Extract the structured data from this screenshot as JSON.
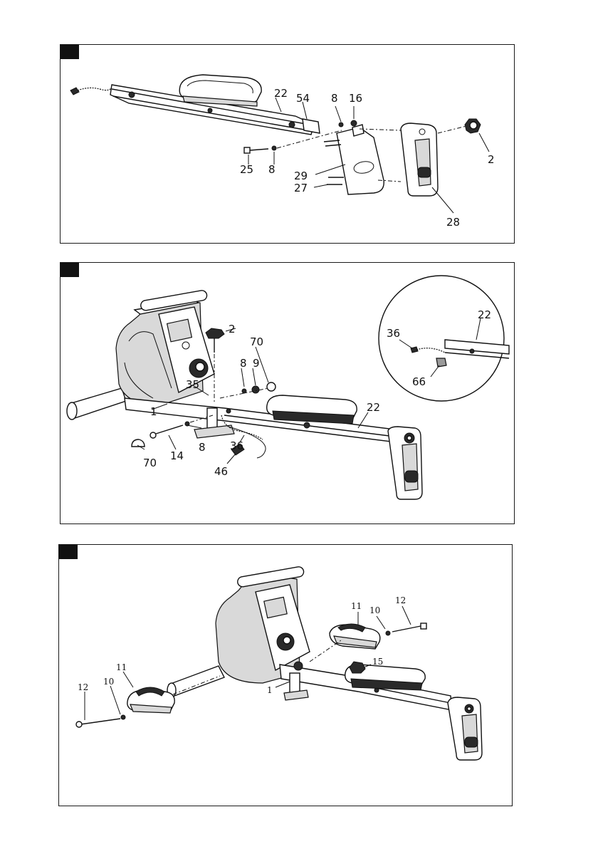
{
  "panels": [
    {
      "callouts": [
        "22",
        "54",
        "8",
        "16",
        "2",
        "25",
        "8",
        "29",
        "27",
        "28"
      ]
    },
    {
      "callouts": [
        "2",
        "70",
        "8",
        "9",
        "35",
        "1",
        "22",
        "70",
        "14",
        "8",
        "36",
        "46"
      ],
      "detail_callouts": [
        "22",
        "36",
        "66"
      ]
    },
    {
      "callouts": [
        "11",
        "10",
        "12",
        "15",
        "1",
        "11",
        "10",
        "12"
      ]
    }
  ]
}
